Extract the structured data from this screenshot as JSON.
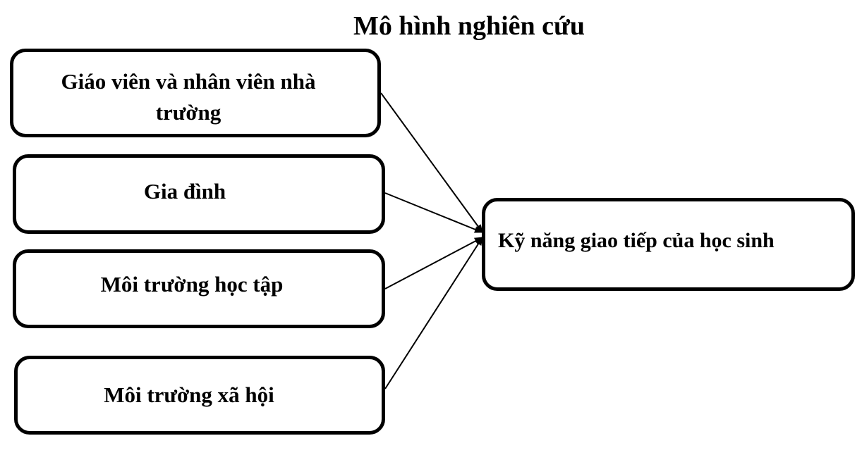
{
  "title": "Mô hình nghiên cứu",
  "factors": [
    {
      "label": "Giáo viên và nhân viên nhà trường"
    },
    {
      "label": "Gia đình"
    },
    {
      "label": "Môi trường học tập"
    },
    {
      "label": "Môi trường xã hội"
    }
  ],
  "outcome": {
    "label": "Kỹ năng giao tiếp của học sinh"
  },
  "colors": {
    "stroke": "#000000",
    "background": "#ffffff"
  }
}
